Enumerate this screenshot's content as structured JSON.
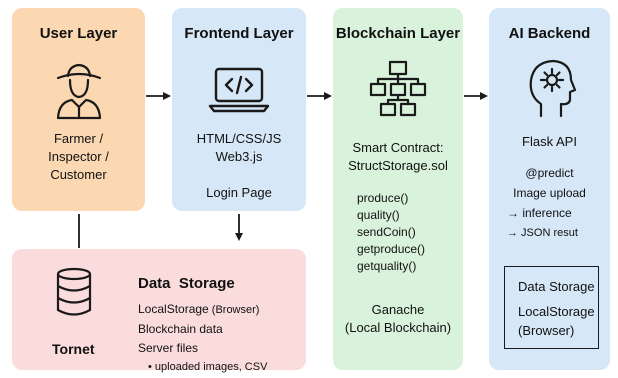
{
  "colors": {
    "user_bg": "#fbd8b2",
    "frontend_bg": "#d6e7f8",
    "blockchain_bg": "#d9f2db",
    "ai_bg": "#d6e7f8",
    "storage_bg": "#fbdcdc",
    "icon_stroke": "#1a1a1a"
  },
  "user_layer": {
    "title": "User Layer",
    "icon": "farmer-icon",
    "roles": [
      "Farmer /",
      "Inspector /",
      "Customer"
    ]
  },
  "frontend_layer": {
    "title": "Frontend Layer",
    "icon": "laptop-code-icon",
    "lines": [
      "HTML/CSS/JS",
      "Web3.js"
    ],
    "page": "Login Page"
  },
  "blockchain_layer": {
    "title": "Blockchain Layer",
    "icon": "network-hierarchy-icon",
    "contract": [
      "Smart Contract:",
      "StructStorage.sol"
    ],
    "functions": [
      "produce()",
      "quality()",
      "sendCoin()",
      "getproduce()",
      "getquality()"
    ],
    "network": [
      "Ganache",
      "(Local Blockchain)"
    ]
  },
  "ai_backend": {
    "title": "AI Backend",
    "icon": "ai-head-icon",
    "api": "Flask API",
    "endpoint": "@predict",
    "flow": [
      "Image upload",
      "→ inference",
      "→ JSON resut"
    ],
    "storage_box": [
      "Data Storage",
      "LocalStorage",
      "(Browser)"
    ]
  },
  "data_storage": {
    "title": "Data  Storage",
    "icon": "database-icon",
    "icon_label": "Tornet",
    "line1_main": "LocalStorage",
    "line1_sub": " (Browser)",
    "line2": "Blockchain data",
    "line3": "Server files",
    "line4": "• uploaded images, CSV"
  }
}
